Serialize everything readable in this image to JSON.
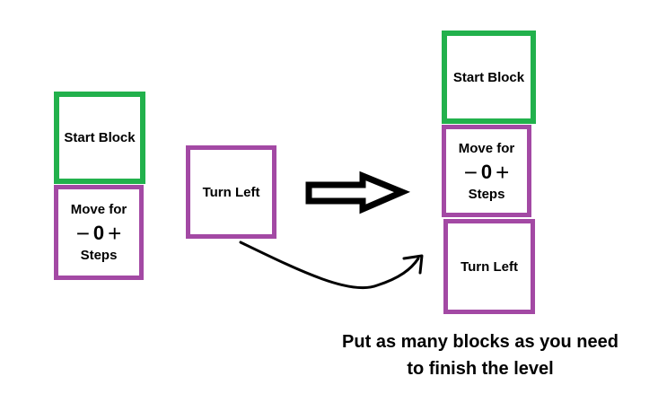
{
  "left_stack": {
    "start_block": "Start Block",
    "move_block": {
      "title": "Move for",
      "minus": "−",
      "value": "0",
      "plus": "+",
      "unit": "Steps"
    }
  },
  "loose_block": {
    "label": "Turn Left"
  },
  "right_stack": {
    "start_block": "Start Block",
    "move_block": {
      "title": "Move for",
      "minus": "−",
      "value": "0",
      "plus": "+",
      "unit": "Steps"
    },
    "turn_block": "Turn Left"
  },
  "caption": {
    "line1": "Put as many blocks as you need",
    "line2": "to finish the level"
  },
  "colors": {
    "start": "#22b14c",
    "block": "#a349a4",
    "arrow": "#000000"
  }
}
